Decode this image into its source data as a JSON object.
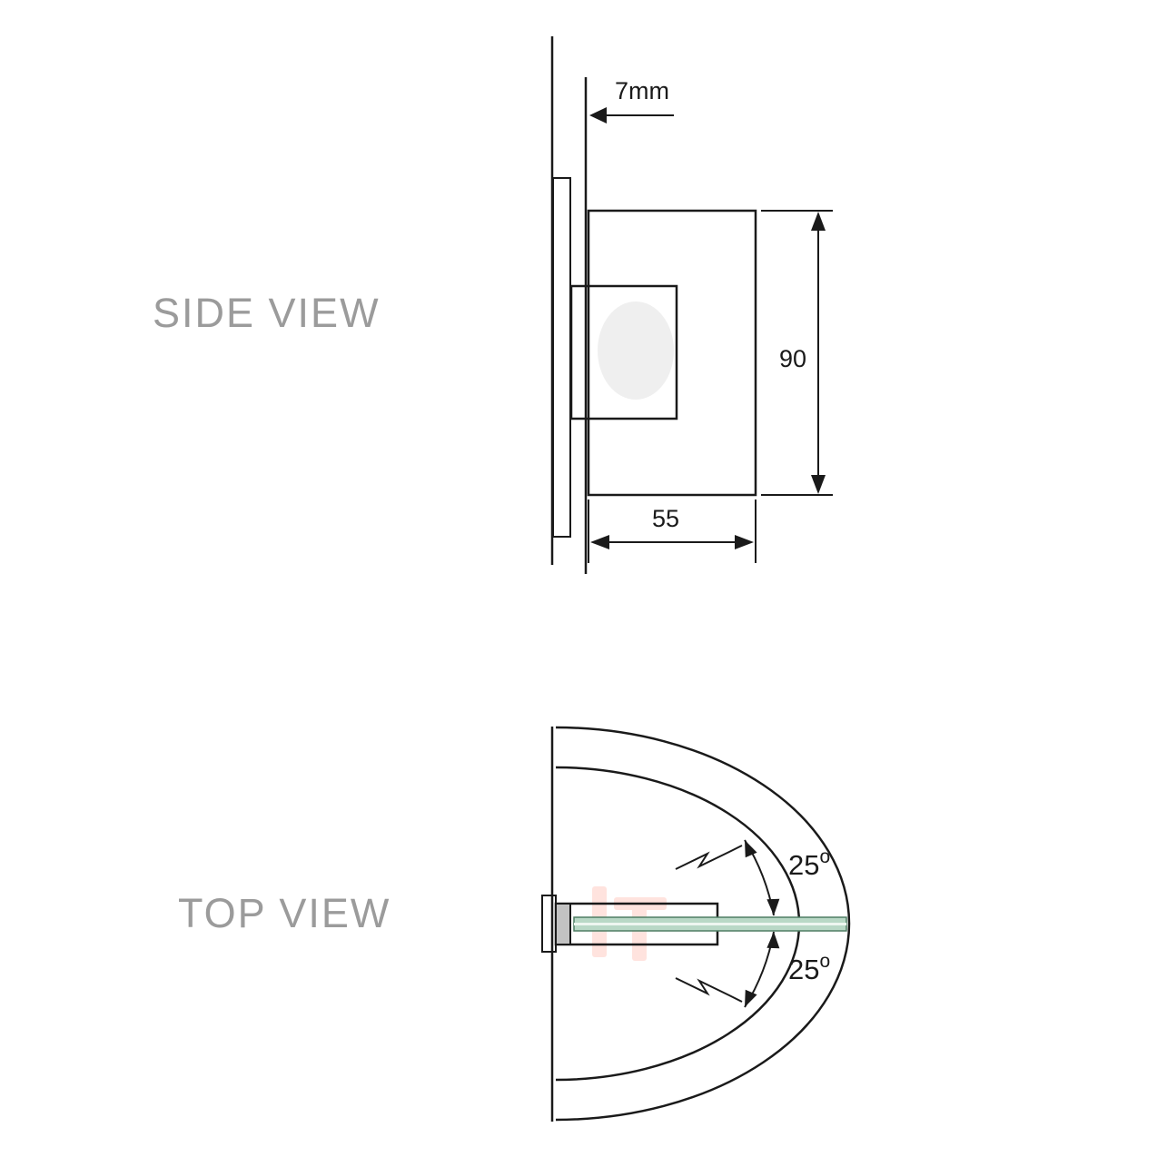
{
  "side_view": {
    "label": "SIDE VIEW",
    "dim_offset": "7mm",
    "dim_height": "90",
    "dim_width": "55"
  },
  "top_view": {
    "label": "TOP VIEW",
    "angle_upper": {
      "value": "25",
      "unit": "o"
    },
    "angle_lower": {
      "value": "25",
      "unit": "o"
    }
  },
  "colors": {
    "line": "#1a1a1a",
    "body_gray": "#d3d3d3",
    "clamp_gray": "#d9d9d9",
    "bar_gray": "#cfcfcf",
    "bar_end_gray": "#c2c2c2",
    "glass_green": "#b9d8c6",
    "glass_edge_green": "#4e7d63",
    "label_gray": "#9b9b9b",
    "watermark_orange": "#ff5a36"
  }
}
